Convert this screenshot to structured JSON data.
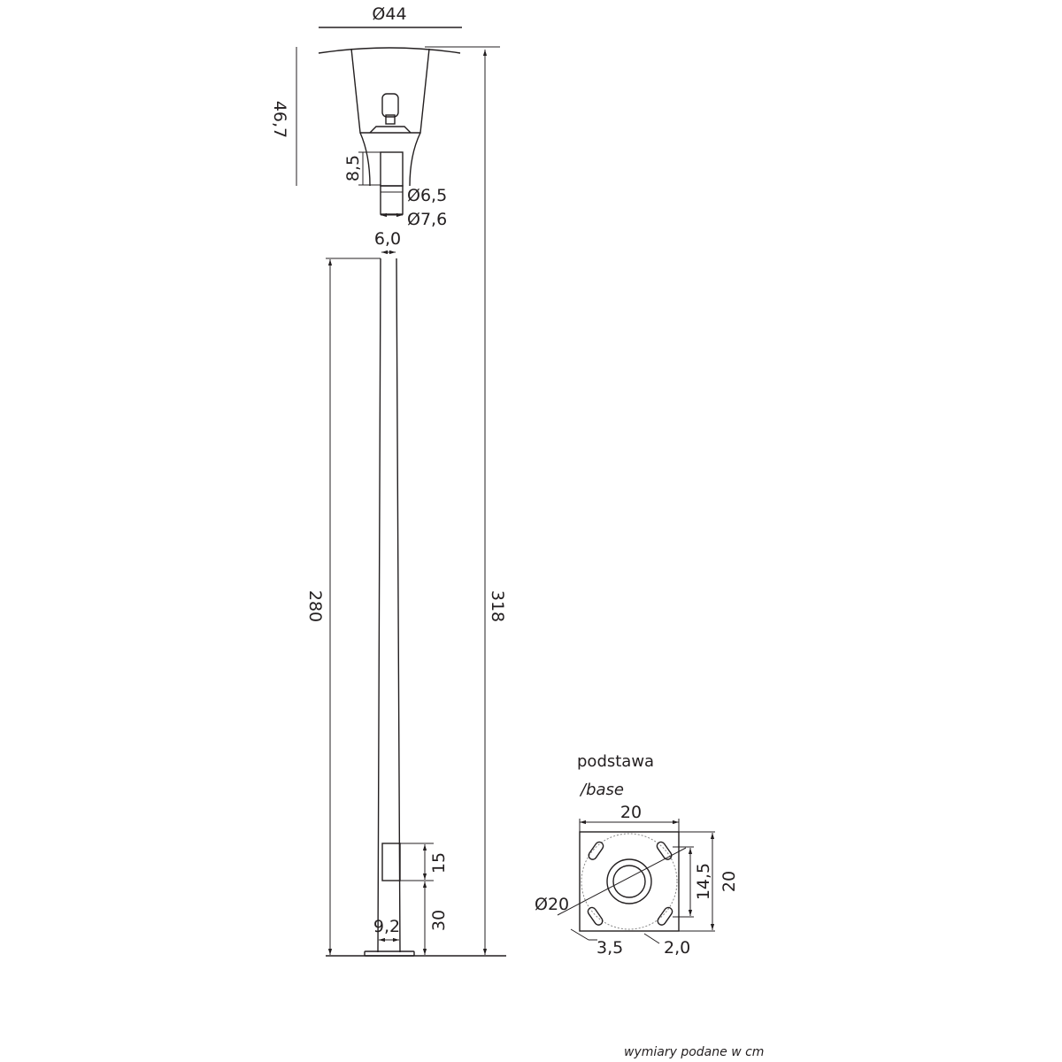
{
  "lamp_head": {
    "diameter": "Ø44",
    "height": "46,7",
    "socket_depth": "8,5",
    "inner_diameter": "Ø6,5",
    "outer_diameter": "Ø7,6",
    "pole_top_width": "6,0"
  },
  "pole": {
    "length": "280",
    "total_height": "318",
    "door_height": "15",
    "door_offset": "30",
    "base_width": "9,2"
  },
  "base": {
    "title": "podstawa",
    "subtitle": "/base",
    "width": "20",
    "depth": "20",
    "hole_spacing": "14,5",
    "bolt_circle": "Ø20",
    "slot_length": "3,5",
    "slot_width": "2,0"
  },
  "footer": {
    "note": "wymiary podane w cm"
  }
}
